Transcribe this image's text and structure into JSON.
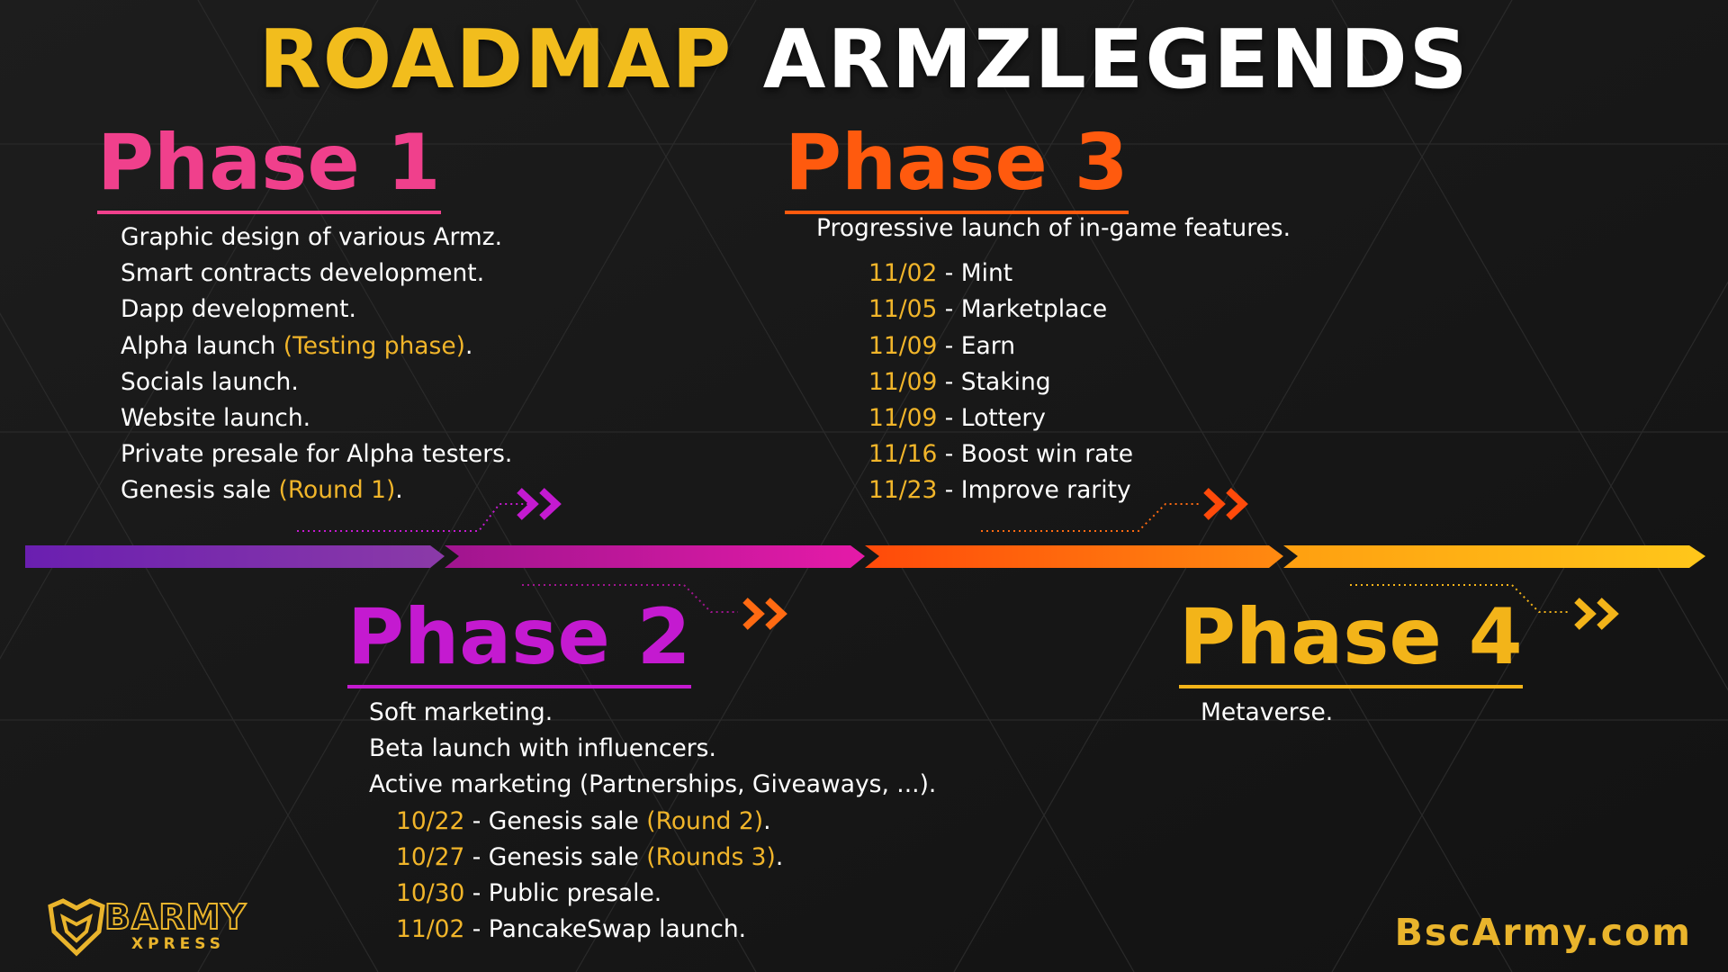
{
  "title": {
    "part1": "ROADMAP",
    "part2": "ARMZLEGENDS"
  },
  "colors": {
    "gold": "#f2bd1d",
    "phase1": "#f0408c",
    "phase2": "#c41ad0",
    "phase3": "#ff5a0e",
    "phase4": "#f3b419"
  },
  "phase1": {
    "title": "Phase 1",
    "items": [
      {
        "text": "Graphic design of various Armz.",
        "highlight": "",
        "suffix": ""
      },
      {
        "text": "Smart contracts development.",
        "highlight": "",
        "suffix": ""
      },
      {
        "text": "Dapp development.",
        "highlight": "",
        "suffix": ""
      },
      {
        "text": "Alpha launch ",
        "highlight": "(Testing phase)",
        "suffix": "."
      },
      {
        "text": "Socials launch.",
        "highlight": "",
        "suffix": ""
      },
      {
        "text": "Website launch.",
        "highlight": "",
        "suffix": ""
      },
      {
        "text": "Private presale for Alpha testers.",
        "highlight": "",
        "suffix": ""
      },
      {
        "text": "Genesis sale ",
        "highlight": "(Round 1)",
        "suffix": "."
      }
    ]
  },
  "phase2": {
    "title": "Phase 2",
    "items": [
      {
        "text": "Soft marketing."
      },
      {
        "text": "Beta launch with influencers."
      },
      {
        "text": "Active marketing (Partnerships, Giveaways, ...)."
      }
    ],
    "dated": [
      {
        "date": "10/22",
        "text": " - Genesis sale ",
        "highlight": "(Round 2)",
        "suffix": "."
      },
      {
        "date": "10/27",
        "text": " - Genesis sale ",
        "highlight": "(Rounds 3)",
        "suffix": "."
      },
      {
        "date": "10/30",
        "text": " - Public presale.",
        "highlight": "",
        "suffix": ""
      },
      {
        "date": "11/02",
        "text": " - PancakeSwap launch.",
        "highlight": "",
        "suffix": ""
      }
    ]
  },
  "phase3": {
    "title": "Phase 3",
    "intro": "Progressive launch of in-game features.",
    "dated": [
      {
        "date": "11/02",
        "text": " - Mint"
      },
      {
        "date": "11/05",
        "text": " - Marketplace"
      },
      {
        "date": "11/09",
        "text": " - Earn"
      },
      {
        "date": "11/09",
        "text": " - Staking"
      },
      {
        "date": "11/09",
        "text": " - Lottery"
      },
      {
        "date": "11/16",
        "text": " - Boost win rate"
      },
      {
        "date": "11/23",
        "text": " - Improve rarity"
      }
    ]
  },
  "phase4": {
    "title": "Phase 4",
    "items": [
      {
        "text": "Metaverse."
      }
    ]
  },
  "logo": {
    "name": "bsc-army-xpress-logo",
    "text": "BARMY",
    "subtext": "XPRESS"
  },
  "website": "BscArmy.com"
}
